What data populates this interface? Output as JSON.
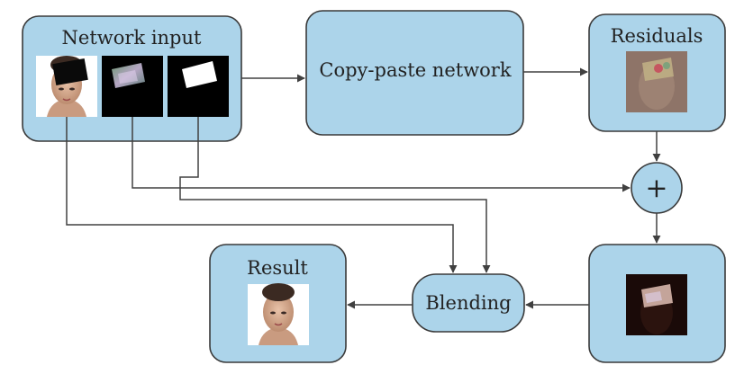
{
  "nodes": {
    "network_input": {
      "label": "Network input"
    },
    "copy_paste": {
      "label": "Copy-paste network"
    },
    "residuals": {
      "label": "Residuals"
    },
    "sum": {
      "label": "+"
    },
    "blending": {
      "label": "Blending"
    },
    "result": {
      "label": "Result"
    }
  },
  "colors": {
    "box_fill": "#acd4ea",
    "box_stroke": "#3a3a3a",
    "arrow": "#404040"
  }
}
